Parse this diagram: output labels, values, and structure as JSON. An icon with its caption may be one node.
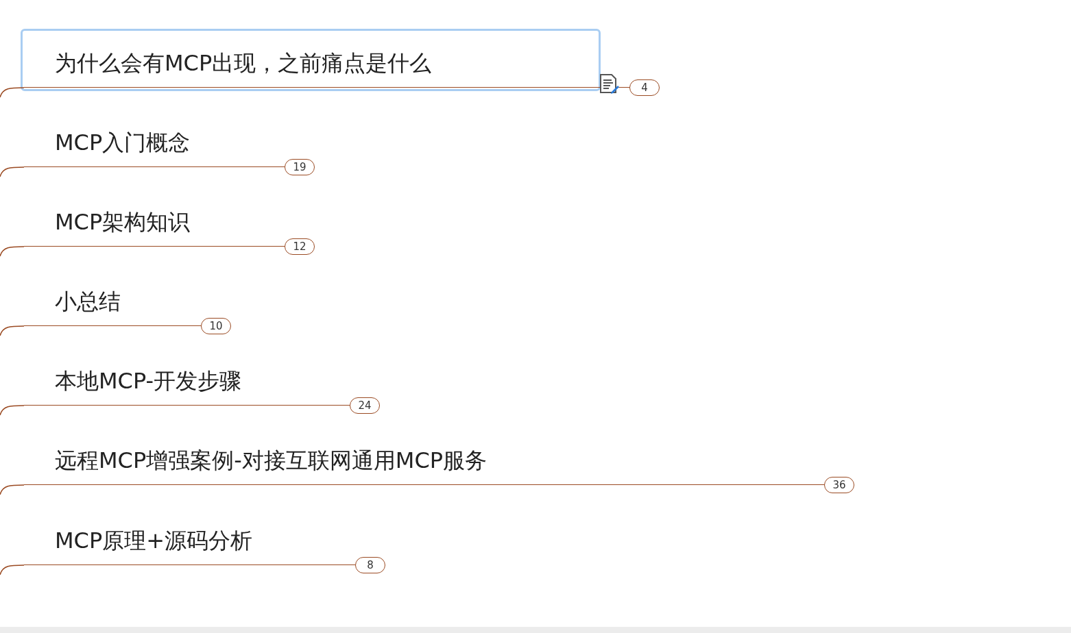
{
  "diagram": {
    "nodes": [
      {
        "text": [
          "为什么会有MCP出现，之前痛点是什么"
        ],
        "beside": [
          "4"
        ]
      },
      {
        "text": [
          "MCP入门概念"
        ],
        "beside": [
          "19"
        ]
      },
      {
        "text": [
          "MCP架构知识"
        ],
        "beside": [
          "12"
        ]
      },
      {
        "text": [
          "小总结"
        ],
        "beside": [
          "10"
        ]
      },
      {
        "text": [
          "本地MCP-开发步骤"
        ],
        "beside": [
          "24"
        ]
      },
      {
        "text": [
          "远程MCP增强案例-对接互联网通用MCP服务"
        ],
        "beside": [
          "36"
        ]
      },
      {
        "text": [
          "MCP原理+源码分析"
        ],
        "beside": [
          "8"
        ]
      }
    ],
    "edges": [
      {
        "from": null,
        "to": 0,
        "arrow": "none"
      },
      {
        "from": null,
        "to": 1,
        "arrow": "none"
      },
      {
        "from": null,
        "to": 2,
        "arrow": "none"
      },
      {
        "from": null,
        "to": 3,
        "arrow": "none"
      },
      {
        "from": null,
        "to": 4,
        "arrow": "none"
      },
      {
        "from": null,
        "to": 5,
        "arrow": "none"
      },
      {
        "from": null,
        "to": 6,
        "arrow": "none"
      }
    ]
  }
}
